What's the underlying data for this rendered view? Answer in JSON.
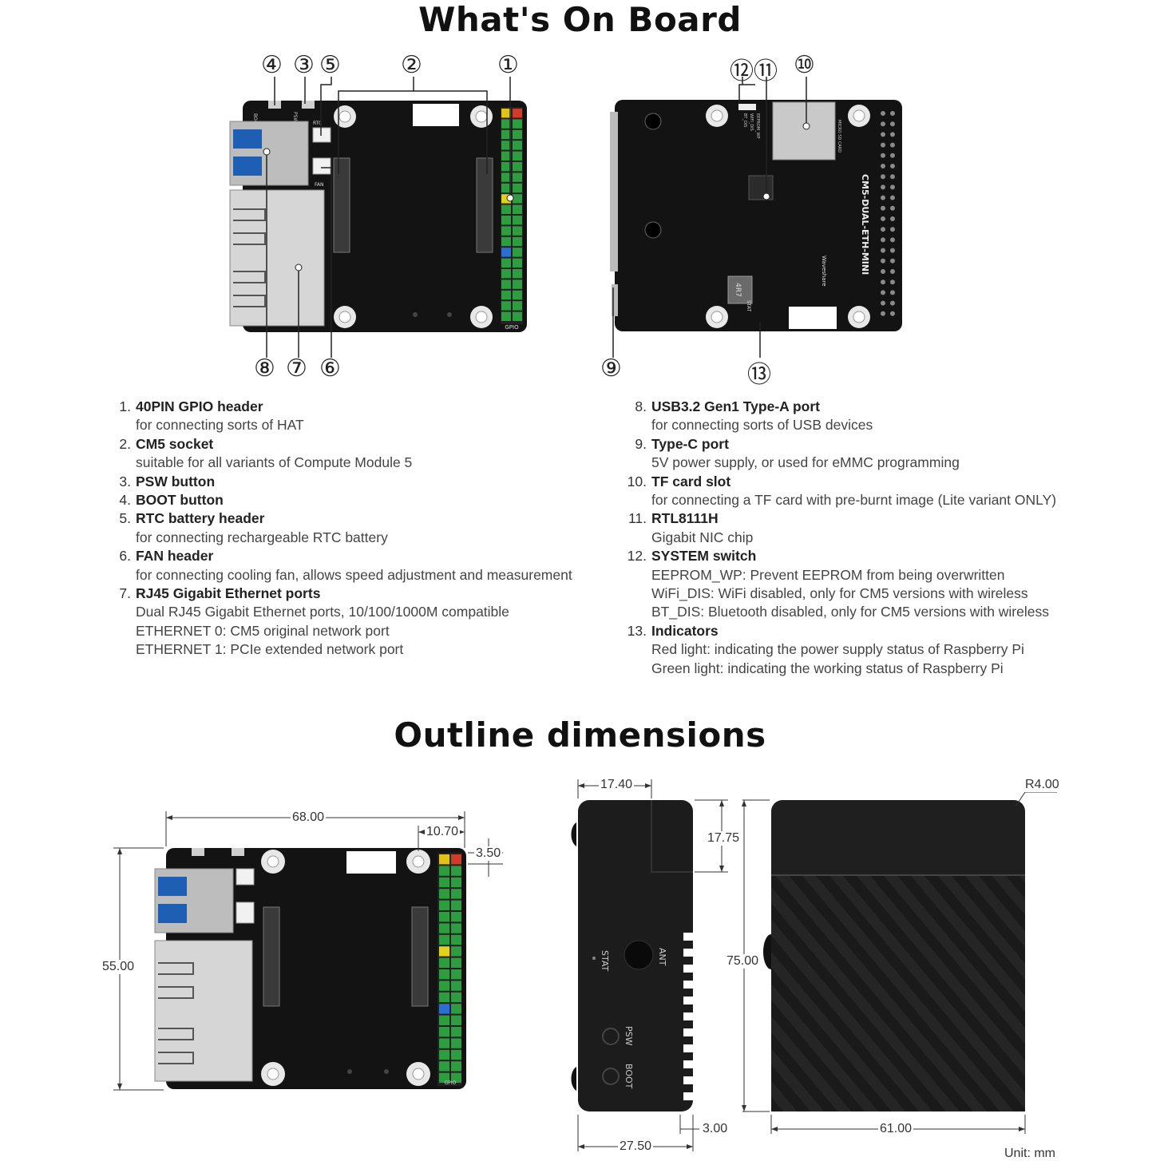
{
  "section1_title": "What's On Board",
  "section2_title": "Outline dimensions",
  "board_silkscreen": {
    "model": "CM5-DUAL-ETH-MINI",
    "brand": "Waveshare",
    "gpio": "GPIO",
    "rtc": "RTC",
    "fan": "FAN",
    "boot": "BOOT",
    "psw": "PSW",
    "micro_sd": "MICRO SD CARD",
    "inductor": "4R7",
    "stat": "STAT",
    "eeprom_wp": "EEPROM_WP",
    "wifi_dis": "WIFI_DIS",
    "bt_dis": "BT_DIS"
  },
  "callouts": {
    "top_left": [
      "④",
      "③",
      "⑤",
      "②",
      "①"
    ],
    "bottom_left": [
      "⑧",
      "⑦",
      "⑥"
    ],
    "top_right": [
      "⑫",
      "⑪",
      "⑩"
    ],
    "bottom_right": [
      "⑨",
      "⑬"
    ]
  },
  "features_left": [
    {
      "n": "1.",
      "title": "40PIN GPIO header",
      "desc": [
        "for connecting sorts of HAT"
      ]
    },
    {
      "n": "2.",
      "title": "CM5 socket",
      "desc": [
        "suitable for all variants of Compute Module 5"
      ]
    },
    {
      "n": "3.",
      "title": "PSW button",
      "desc": []
    },
    {
      "n": "4.",
      "title": "BOOT button",
      "desc": []
    },
    {
      "n": "5.",
      "title": "RTC battery header",
      "desc": [
        "for connecting rechargeable RTC battery"
      ]
    },
    {
      "n": "6.",
      "title": "FAN header",
      "desc": [
        "for connecting cooling fan, allows speed adjustment and measurement"
      ]
    },
    {
      "n": "7.",
      "title": "RJ45 Gigabit Ethernet ports",
      "desc": [
        "Dual RJ45 Gigabit Ethernet ports, 10/100/1000M compatible",
        "ETHERNET 0: CM5 original network port",
        "ETHERNET 1: PCIe extended network port"
      ]
    }
  ],
  "features_right": [
    {
      "n": "8.",
      "title": "USB3.2 Gen1 Type-A port",
      "desc": [
        "for connecting sorts of USB devices"
      ]
    },
    {
      "n": "9.",
      "title": "Type-C port",
      "desc": [
        "5V power supply, or used for eMMC programming"
      ]
    },
    {
      "n": "10.",
      "title": "TF card slot",
      "desc": [
        "for connecting a TF card with pre-burnt image (Lite variant ONLY)"
      ]
    },
    {
      "n": "11.",
      "title": "RTL8111H",
      "desc": [
        "Gigabit NIC chip"
      ]
    },
    {
      "n": "12.",
      "title": "SYSTEM switch",
      "desc": [
        "EEPROM_WP: Prevent EEPROM from being overwritten",
        "WiFi_DIS: WiFi disabled, only for CM5 versions with wireless",
        "BT_DIS: Bluetooth disabled, only for CM5 versions with wireless"
      ]
    },
    {
      "n": "13.",
      "title": "Indicators",
      "desc": [
        "Red light: indicating the power supply status of Raspberry Pi",
        "Green light: indicating the working status of Raspberry Pi"
      ]
    }
  ],
  "dimensions": {
    "board_width": "68.00",
    "gpio_offset": "10.70",
    "gpio_edge": "3.50",
    "board_height": "55.00",
    "side_top": "17.40",
    "side_notch": "17.75",
    "side_bottom": "3.00",
    "case_depth": "27.50",
    "case_height": "75.00",
    "case_width": "61.00",
    "corner_radius": "R4.00",
    "unit": "Unit: mm"
  },
  "case_labels": {
    "ant": "ANT",
    "stat": "STAT",
    "psw": "PSW",
    "boot": "BOOT"
  }
}
